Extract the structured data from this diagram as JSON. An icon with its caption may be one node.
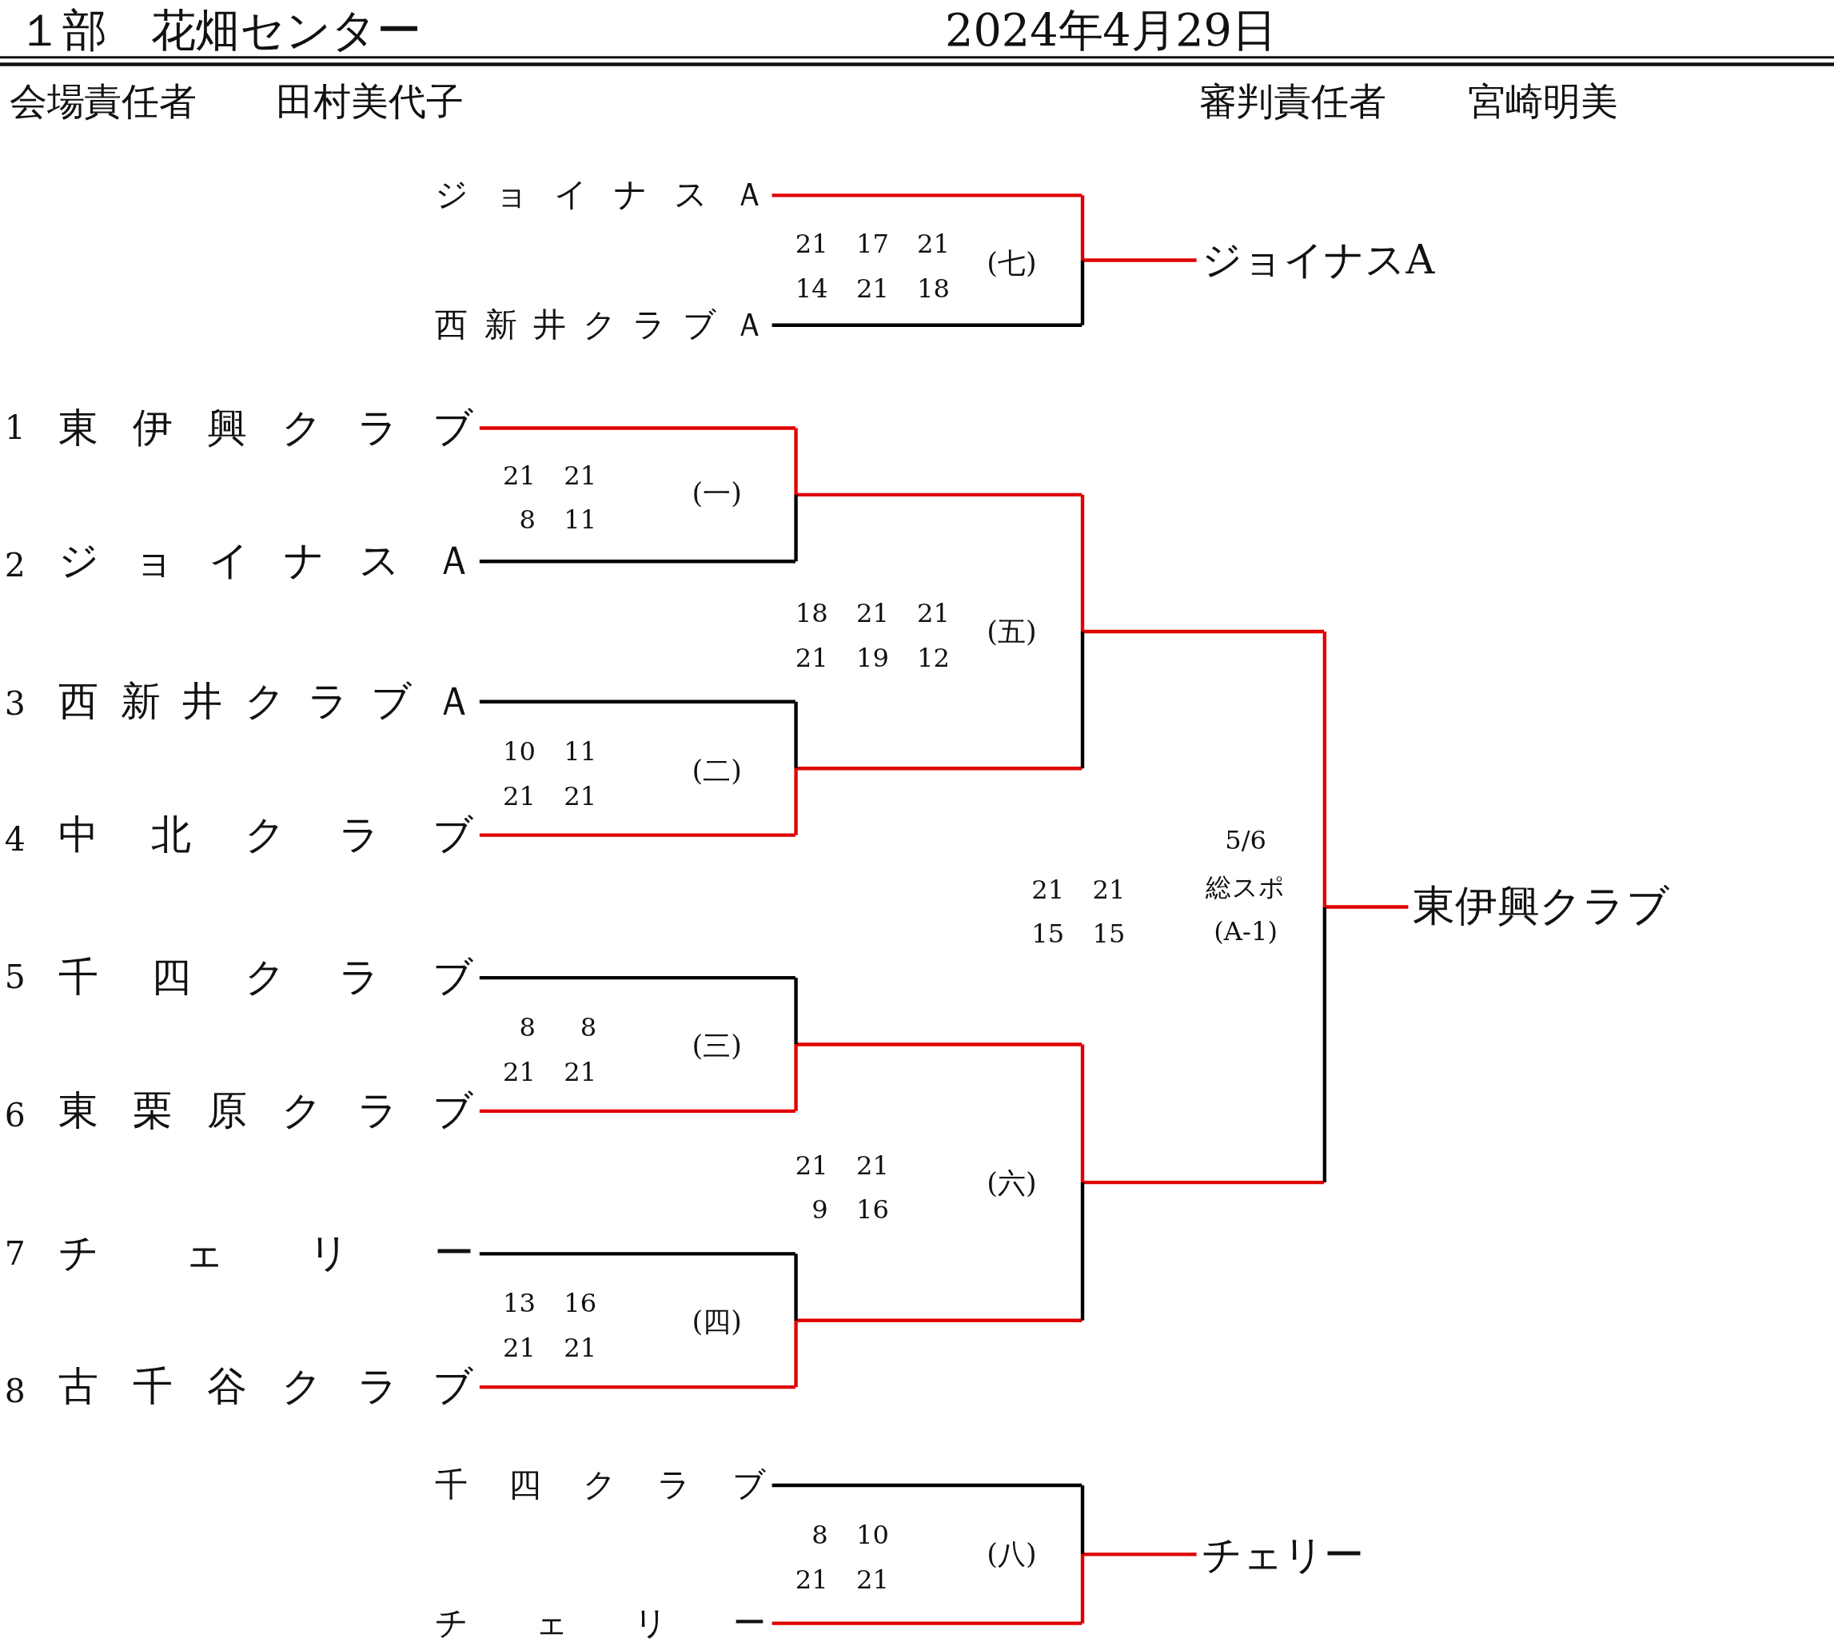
{
  "diagram": {
    "title": "１部　花畑センター",
    "nodes": [
      {
        "text": [
          "ジョイナスＡ"
        ]
      },
      {
        "text": [
          "西新井クラブＡ"
        ]
      },
      {
        "text": [
          "(七)"
        ],
        "beside": [
          "21 17 21",
          "14 21 18"
        ]
      },
      {
        "text": [
          "ジョイナスA"
        ]
      },
      {
        "text": [
          "東伊興クラブ"
        ]
      },
      {
        "text": [
          "ジョイナスＡ"
        ]
      },
      {
        "text": [
          "西新井クラブＡ"
        ]
      },
      {
        "text": [
          "中北クラブ"
        ]
      },
      {
        "text": [
          "千四クラブ"
        ]
      },
      {
        "text": [
          "東栗原クラブ"
        ]
      },
      {
        "text": [
          "チェリー"
        ]
      },
      {
        "text": [
          "古千谷クラブ"
        ]
      },
      {
        "text": [
          "(一)"
        ],
        "beside": [
          "21 21",
          "8 11"
        ]
      },
      {
        "text": [
          "(二)"
        ],
        "beside": [
          "10 11",
          "21 21"
        ]
      },
      {
        "text": [
          "(三)"
        ],
        "beside": [
          "8 8",
          "21 21"
        ]
      },
      {
        "text": [
          "(四)"
        ],
        "beside": [
          "13 16",
          "21 21"
        ]
      },
      {
        "text": [
          "(五)"
        ],
        "beside": [
          "18 21 21",
          "21 19 12"
        ]
      },
      {
        "text": [
          "(六)"
        ],
        "beside": [
          "21 21",
          "9 16"
        ]
      },
      {
        "text": [
          "5/6",
          "総スポ",
          "(A-1)"
        ],
        "beside": [
          "21 21",
          "15 15"
        ]
      },
      {
        "text": [
          "東伊興クラブ"
        ]
      },
      {
        "text": [
          "千四クラブ"
        ]
      },
      {
        "text": [
          "チェリー"
        ]
      },
      {
        "text": [
          "(八)"
        ],
        "beside": [
          "8 10",
          "21 21"
        ]
      },
      {
        "text": [
          "チェリー"
        ]
      }
    ],
    "edges": [
      {
        "from": 0,
        "to": 2,
        "arrow": "none"
      },
      {
        "from": 1,
        "to": 2,
        "arrow": "none",
        "color": "#000000"
      },
      {
        "from": 2,
        "to": 3,
        "arrow": "none"
      },
      {
        "from": 4,
        "to": 12,
        "arrow": "none"
      },
      {
        "from": 5,
        "to": 12,
        "arrow": "none",
        "color": "#000000"
      },
      {
        "from": 6,
        "to": 13,
        "arrow": "none",
        "color": "#000000"
      },
      {
        "from": 7,
        "to": 13,
        "arrow": "none"
      },
      {
        "from": 8,
        "to": 14,
        "arrow": "none",
        "color": "#000000"
      },
      {
        "from": 9,
        "to": 14,
        "arrow": "none"
      },
      {
        "from": 10,
        "to": 15,
        "arrow": "none",
        "color": "#000000"
      },
      {
        "from": 11,
        "to": 15,
        "arrow": "none"
      },
      {
        "from": 12,
        "to": 16,
        "arrow": "none"
      },
      {
        "from": 13,
        "to": 16,
        "arrow": "none"
      },
      {
        "from": 14,
        "to": 17,
        "arrow": "none"
      },
      {
        "from": 15,
        "to": 17,
        "arrow": "none"
      },
      {
        "from": 16,
        "to": 18,
        "arrow": "none"
      },
      {
        "from": 17,
        "to": 18,
        "arrow": "none"
      },
      {
        "from": 18,
        "to": 19,
        "arrow": "none"
      },
      {
        "from": 20,
        "to": 22,
        "arrow": "none",
        "color": "#000000"
      },
      {
        "from": 21,
        "to": 22,
        "arrow": "none"
      },
      {
        "from": 22,
        "to": 23,
        "arrow": "none"
      }
    ],
    "labels": [
      "2024年4月29日",
      "会場責任者",
      "田村美代子",
      "審判責任者",
      "宮崎明美",
      "1",
      "2",
      "3",
      "4",
      "5",
      "6",
      "7",
      "8"
    ]
  }
}
